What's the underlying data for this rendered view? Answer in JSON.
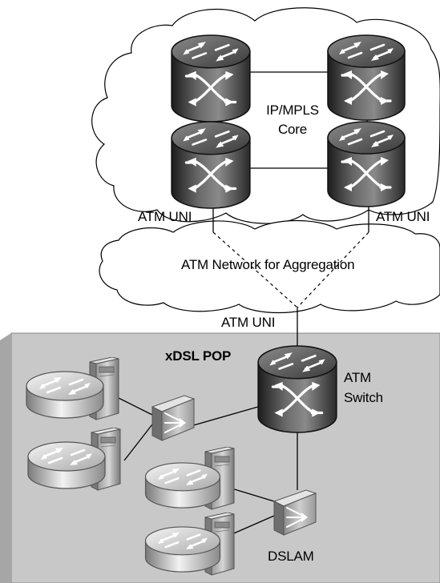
{
  "labels": {
    "core": "IP/MPLS\nCore",
    "core_line1": "IP/MPLS",
    "core_line2": "Core",
    "atm_uni_left": "ATM UNI",
    "atm_uni_right": "ATM UNI",
    "atm_network": "ATM Network for Aggregation",
    "atm_uni_bottom": "ATM UNI",
    "pop_title": "xDSL POP",
    "atm_switch_line1": "ATM",
    "atm_switch_line2": "Switch",
    "dslam": "DSLAM"
  },
  "colors": {
    "pop_box_fill": "#c8c8c8",
    "device_dark": "#3a3a3a",
    "device_light": "#d9d9d9",
    "cloud_fill": "#ffffff",
    "line": "#000000"
  },
  "icons": {
    "core_router": "atm-switch-router-icon",
    "pop_router": "router-icon",
    "server": "server-icon",
    "concentrator": "access-concentrator-icon"
  }
}
